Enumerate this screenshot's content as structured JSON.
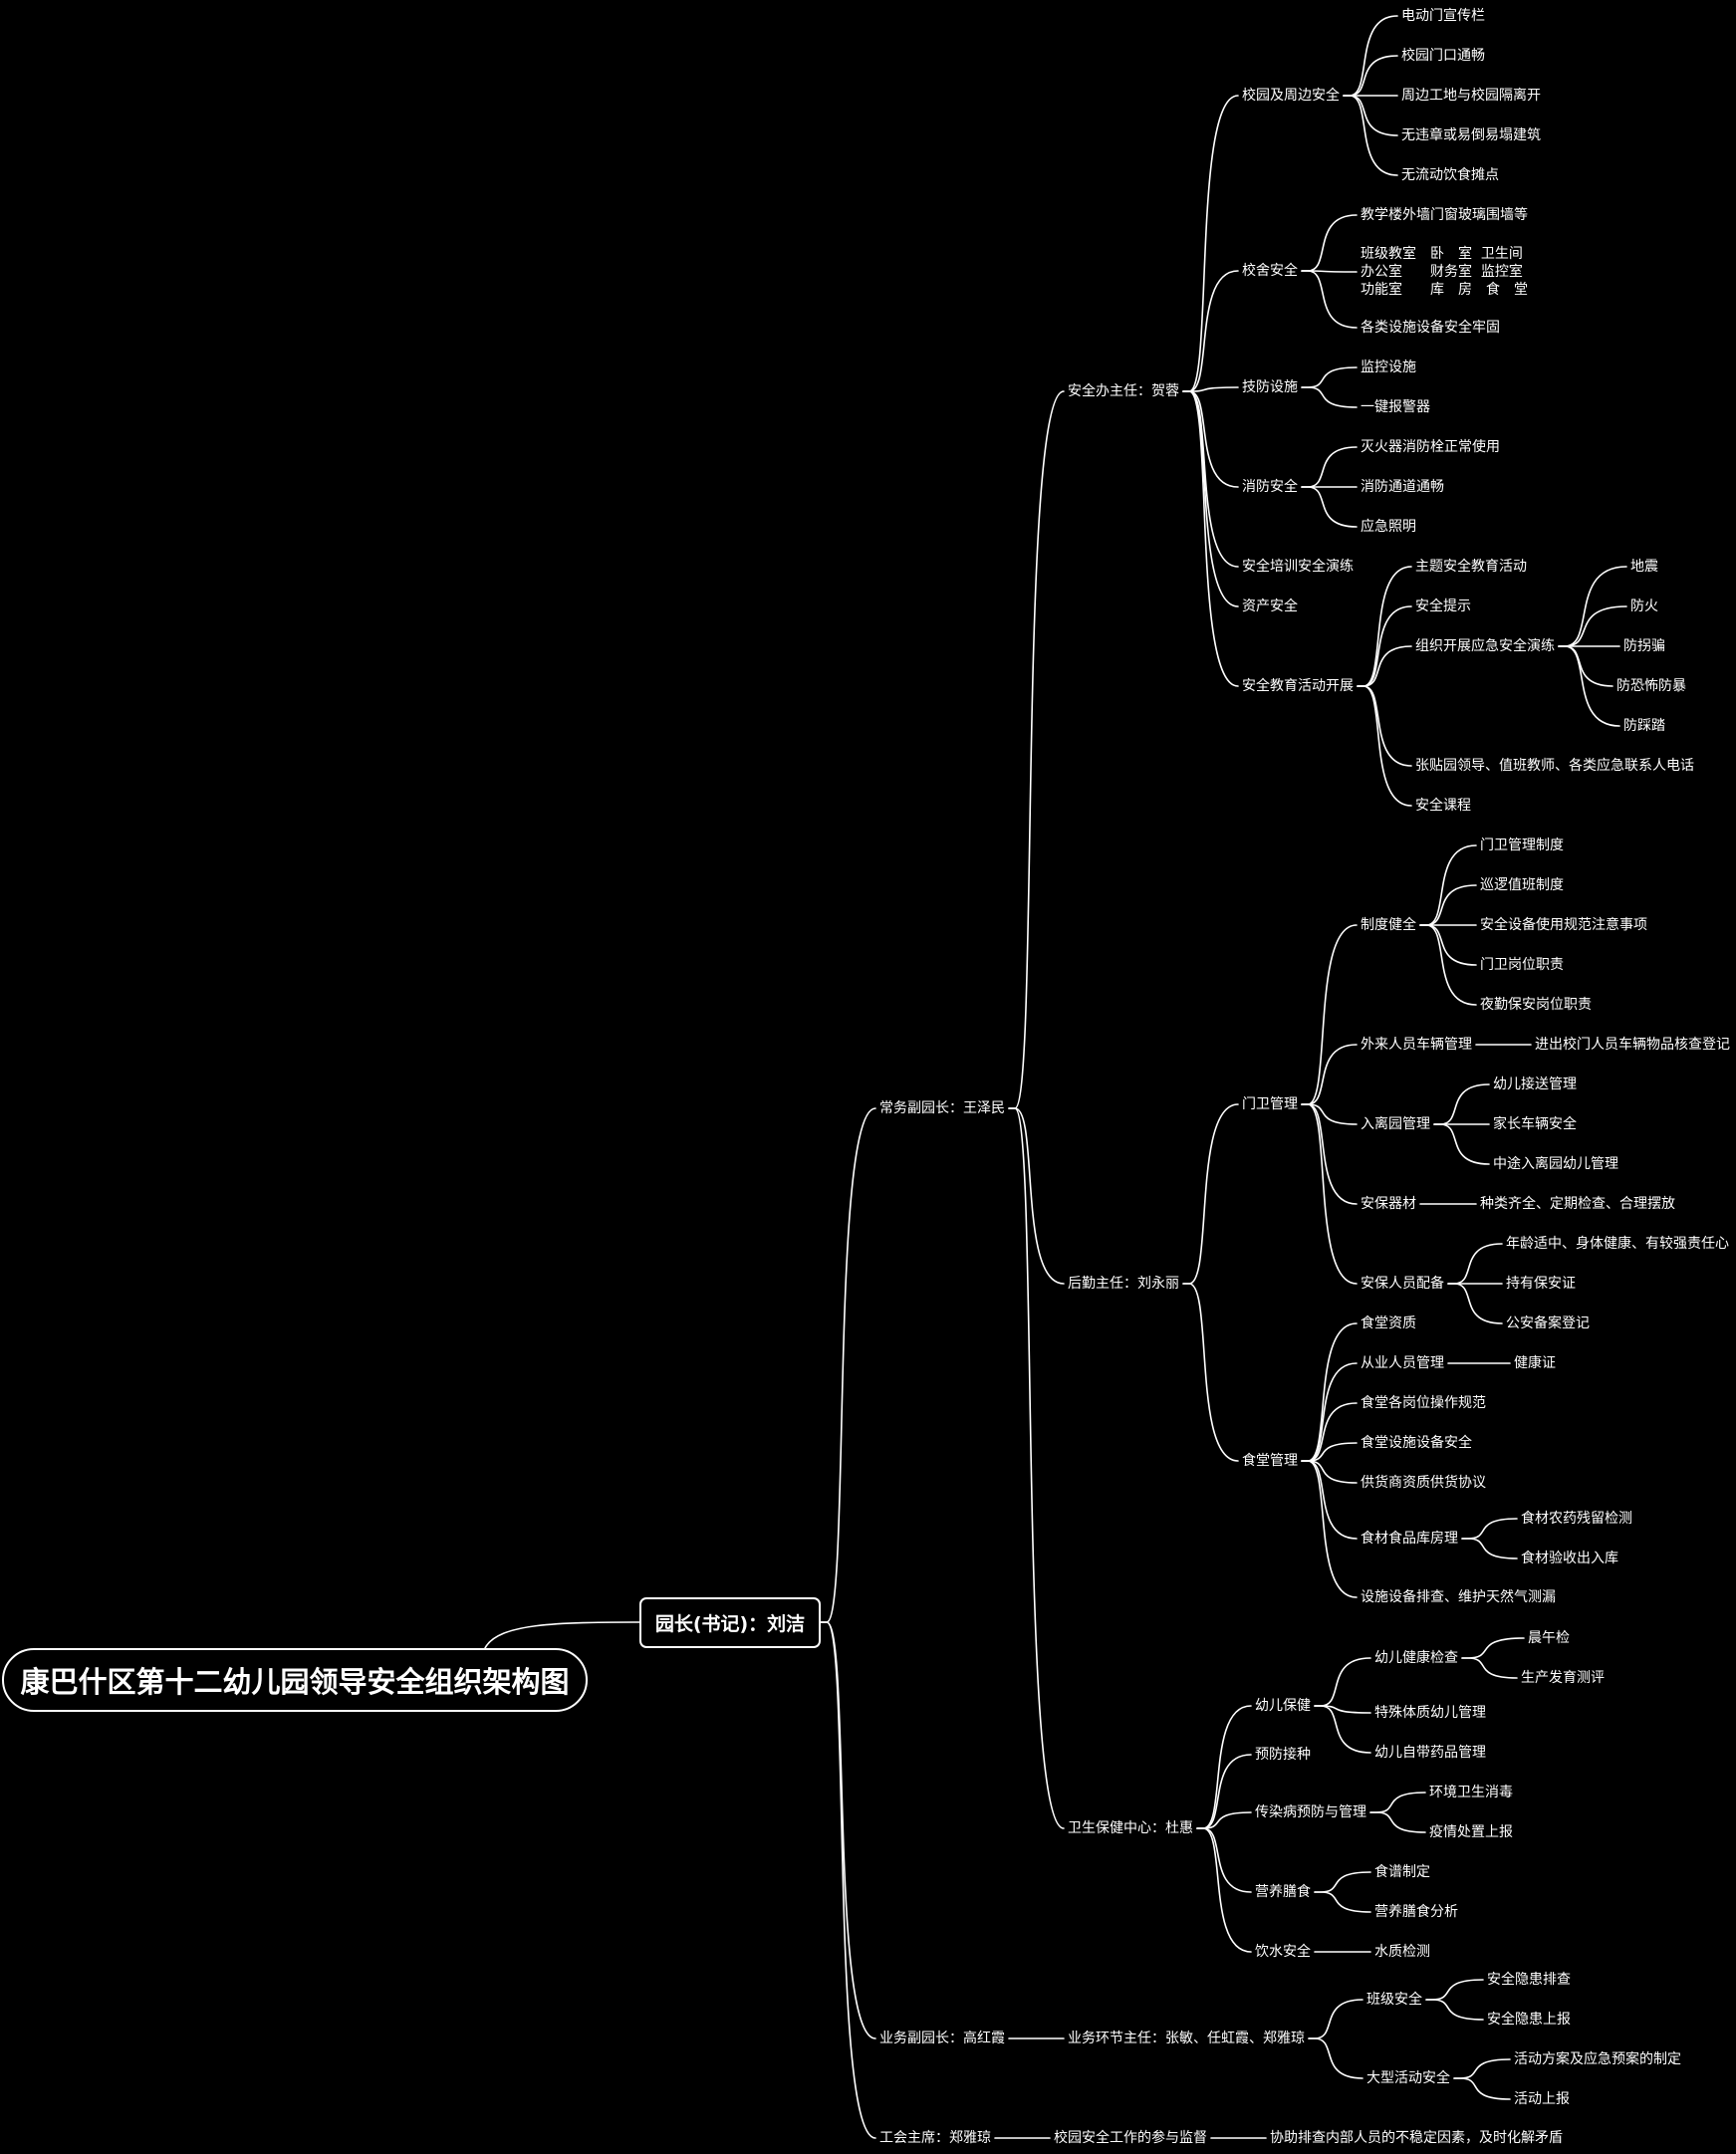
{
  "title": "康巴什区第十二幼儿园领导安全组织架构图",
  "root": "园长(书记)：刘洁",
  "nodes": [
    {
      "id": "c1",
      "text": "常务副园长：王泽民",
      "parent": "root"
    },
    {
      "id": "c2",
      "text": "业务副园长：高红霞",
      "parent": "root"
    },
    {
      "id": "c3",
      "text": "工会主席：郑雅琼",
      "parent": "root"
    },
    {
      "id": "a1",
      "text": "安全办主任：贺蓉",
      "parent": "c1"
    },
    {
      "id": "a2",
      "text": "后勤主任：刘永丽",
      "parent": "c1"
    },
    {
      "id": "a3",
      "text": "卫生保健中心：杜惠",
      "parent": "c1"
    },
    {
      "id": "b1",
      "text": "校园及周边安全",
      "parent": "a1"
    },
    {
      "id": "b2",
      "text": "校舍安全",
      "parent": "a1"
    },
    {
      "id": "b3",
      "text": "技防设施",
      "parent": "a1"
    },
    {
      "id": "b4",
      "text": "消防安全",
      "parent": "a1"
    },
    {
      "id": "b5",
      "text": "安全培训安全演练",
      "parent": "a1"
    },
    {
      "id": "b6",
      "text": "资产安全",
      "parent": "a1"
    },
    {
      "id": "b7",
      "text": "安全教育活动开展",
      "parent": "a1"
    },
    {
      "id": "d1",
      "text": "电动门宣传栏",
      "parent": "b1"
    },
    {
      "id": "d2",
      "text": "校园门口通畅",
      "parent": "b1"
    },
    {
      "id": "d3",
      "text": "周边工地与校园隔离开",
      "parent": "b1"
    },
    {
      "id": "d4",
      "text": "无违章或易倒易塌建筑",
      "parent": "b1"
    },
    {
      "id": "d5",
      "text": "无流动饮食摊点",
      "parent": "b1"
    },
    {
      "id": "e1",
      "text": "教学楼外墙门窗玻璃围墙等",
      "parent": "b2"
    },
    {
      "id": "e2",
      "text": "班级教室　卧　室  卫生间\n办公室　　财务室  监控室\n功能室　　库　房　食　堂",
      "parent": "b2"
    },
    {
      "id": "e3",
      "text": "各类设施设备安全牢固",
      "parent": "b2"
    },
    {
      "id": "f1",
      "text": "监控设施",
      "parent": "b3"
    },
    {
      "id": "f2",
      "text": "一键报警器",
      "parent": "b3"
    },
    {
      "id": "g1",
      "text": "灭火器消防栓正常使用",
      "parent": "b4"
    },
    {
      "id": "g2",
      "text": "消防通道通畅",
      "parent": "b4"
    },
    {
      "id": "g3",
      "text": "应急照明",
      "parent": "b4"
    },
    {
      "id": "h1",
      "text": "主题安全教育活动",
      "parent": "b7"
    },
    {
      "id": "h2",
      "text": "安全提示",
      "parent": "b7"
    },
    {
      "id": "h3",
      "text": "组织开展应急安全演练",
      "parent": "b7"
    },
    {
      "id": "h4",
      "text": "张贴园领导、值班教师、各类应急联系人电话",
      "parent": "b7"
    },
    {
      "id": "h5",
      "text": "安全课程",
      "parent": "b7"
    },
    {
      "id": "i1",
      "text": "地震",
      "parent": "h3"
    },
    {
      "id": "i2",
      "text": "防火",
      "parent": "h3"
    },
    {
      "id": "i3",
      "text": "防拐骗",
      "parent": "h3"
    },
    {
      "id": "i4",
      "text": "防恐怖防暴",
      "parent": "h3"
    },
    {
      "id": "i5",
      "text": "防踩踏",
      "parent": "h3"
    },
    {
      "id": "j1",
      "text": "门卫管理",
      "parent": "a2"
    },
    {
      "id": "j2",
      "text": "食堂管理",
      "parent": "a2"
    },
    {
      "id": "k1",
      "text": "制度健全",
      "parent": "j1"
    },
    {
      "id": "k2",
      "text": "外来人员车辆管理",
      "parent": "j1"
    },
    {
      "id": "k3",
      "text": "入离园管理",
      "parent": "j1"
    },
    {
      "id": "k4",
      "text": "安保器材",
      "parent": "j1"
    },
    {
      "id": "k5",
      "text": "安保人员配备",
      "parent": "j1"
    },
    {
      "id": "l1",
      "text": "门卫管理制度",
      "parent": "k1"
    },
    {
      "id": "l2",
      "text": "巡逻值班制度",
      "parent": "k1"
    },
    {
      "id": "l3",
      "text": "安全设备使用规范注意事项",
      "parent": "k1"
    },
    {
      "id": "l4",
      "text": "门卫岗位职责",
      "parent": "k1"
    },
    {
      "id": "l5",
      "text": "夜勤保安岗位职责",
      "parent": "k1"
    },
    {
      "id": "m1",
      "text": "进出校门人员车辆物品核查登记",
      "parent": "k2"
    },
    {
      "id": "n1",
      "text": "幼儿接送管理",
      "parent": "k3"
    },
    {
      "id": "n2",
      "text": "家长车辆安全",
      "parent": "k3"
    },
    {
      "id": "n3",
      "text": "中途入离园幼儿管理",
      "parent": "k3"
    },
    {
      "id": "o1",
      "text": "种类齐全、定期检查、合理摆放",
      "parent": "k4"
    },
    {
      "id": "p1",
      "text": "年龄适中、身体健康、有较强责任心",
      "parent": "k5"
    },
    {
      "id": "p2",
      "text": "持有保安证",
      "parent": "k5"
    },
    {
      "id": "p3",
      "text": "公安备案登记",
      "parent": "k5"
    },
    {
      "id": "q1",
      "text": "食堂资质",
      "parent": "j2"
    },
    {
      "id": "q2",
      "text": "从业人员管理",
      "parent": "j2"
    },
    {
      "id": "q3",
      "text": "食堂各岗位操作规范",
      "parent": "j2"
    },
    {
      "id": "q4",
      "text": "食堂设施设备安全",
      "parent": "j2"
    },
    {
      "id": "q5",
      "text": "供货商资质供货协议",
      "parent": "j2"
    },
    {
      "id": "q6",
      "text": "食材食品库房理",
      "parent": "j2"
    },
    {
      "id": "q7",
      "text": "设施设备排查、维护天然气测漏",
      "parent": "j2"
    },
    {
      "id": "r1",
      "text": "健康证",
      "parent": "q2"
    },
    {
      "id": "r2",
      "text": "食材农药残留检测",
      "parent": "q6"
    },
    {
      "id": "r3",
      "text": "食材验收出入库",
      "parent": "q6"
    },
    {
      "id": "s1",
      "text": "幼儿保健",
      "parent": "a3"
    },
    {
      "id": "s2",
      "text": "预防接种",
      "parent": "a3"
    },
    {
      "id": "s3",
      "text": "传染病预防与管理",
      "parent": "a3"
    },
    {
      "id": "s4",
      "text": "营养膳食",
      "parent": "a3"
    },
    {
      "id": "s5",
      "text": "饮水安全",
      "parent": "a3"
    },
    {
      "id": "t1",
      "text": "幼儿健康检查",
      "parent": "s1"
    },
    {
      "id": "t2",
      "text": "特殊体质幼儿管理",
      "parent": "s1"
    },
    {
      "id": "t3",
      "text": "幼儿自带药品管理",
      "parent": "s1"
    },
    {
      "id": "u1",
      "text": "晨午检",
      "parent": "t1"
    },
    {
      "id": "u2",
      "text": "生产发育测评",
      "parent": "t1"
    },
    {
      "id": "v1",
      "text": "环境卫生消毒",
      "parent": "s3"
    },
    {
      "id": "v2",
      "text": "疫情处置上报",
      "parent": "s3"
    },
    {
      "id": "w1",
      "text": "食谱制定",
      "parent": "s4"
    },
    {
      "id": "w2",
      "text": "营养膳食分析",
      "parent": "s4"
    },
    {
      "id": "x1",
      "text": "水质检测",
      "parent": "s5"
    },
    {
      "id": "y1",
      "text": "业务环节主任：张敏、任虹霞、郑雅琼",
      "parent": "c2"
    },
    {
      "id": "y2",
      "text": "班级安全",
      "parent": "y1"
    },
    {
      "id": "y3",
      "text": "大型活动安全",
      "parent": "y1"
    },
    {
      "id": "y4",
      "text": "安全隐患排查",
      "parent": "y2"
    },
    {
      "id": "y5",
      "text": "安全隐患上报",
      "parent": "y2"
    },
    {
      "id": "y6",
      "text": "活动方案及应急预案的制定",
      "parent": "y3"
    },
    {
      "id": "y7",
      "text": "活动上报",
      "parent": "y3"
    },
    {
      "id": "z1",
      "text": "校园安全工作的参与监督",
      "parent": "c3"
    },
    {
      "id": "z2",
      "text": "协助排查内部人员的不稳定因素，及时化解矛盾",
      "parent": "z1"
    }
  ]
}
